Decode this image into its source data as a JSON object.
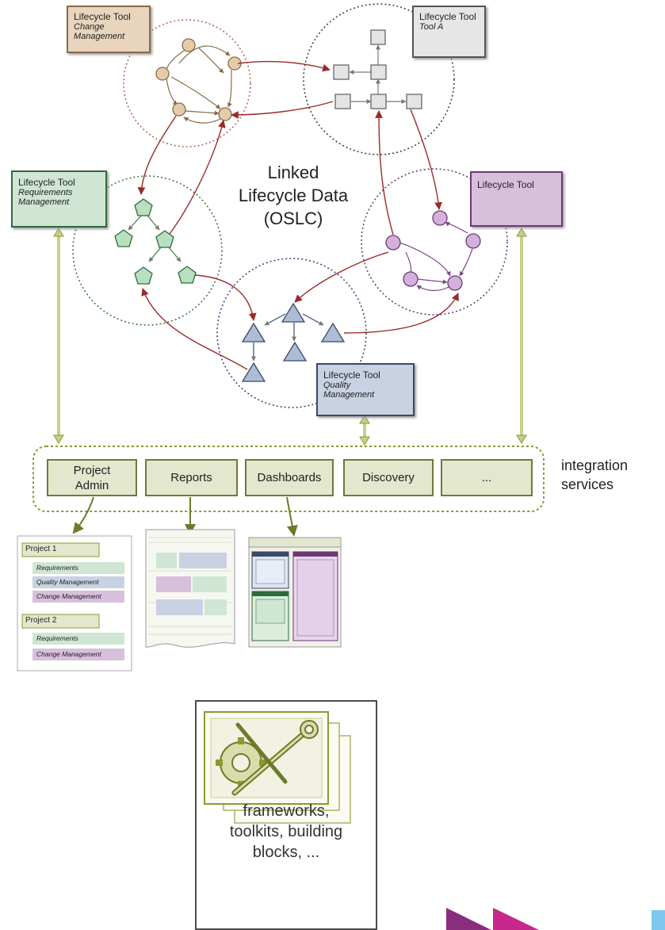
{
  "center": {
    "line1": "Linked",
    "line2": "Lifecycle Data",
    "line3": "(OSLC)"
  },
  "tools": {
    "change": {
      "title": "Lifecycle Tool",
      "subtitle_1": "Change",
      "subtitle_2": "Management",
      "color": "#e9d5bd",
      "border": "#8a6a4a"
    },
    "tool_a": {
      "title": "Lifecycle Tool",
      "subtitle_1": "Tool A",
      "color": "#e6e6e6",
      "border": "#555555"
    },
    "requirements": {
      "title": "Lifecycle Tool",
      "subtitle_1": "Requirements",
      "subtitle_2": "Management",
      "color": "#cfe6d4",
      "border": "#2f6a3a"
    },
    "generic": {
      "title": "Lifecycle Tool",
      "color": "#d8bfdc",
      "border": "#6b3a74"
    },
    "quality": {
      "title": "Lifecycle Tool",
      "subtitle_1": "Quality",
      "subtitle_2": "Management",
      "color": "#c8d2e2",
      "border": "#3a4a66"
    }
  },
  "services": {
    "items": [
      {
        "line1": "Project",
        "line2": "Admin"
      },
      {
        "line1": "Reports"
      },
      {
        "line1": "Dashboards"
      },
      {
        "line1": "Discovery"
      },
      {
        "line1": "..."
      }
    ],
    "label_line1": "integration",
    "label_line2": "services",
    "fill": "#e3e7cd",
    "border": "#6e7a3a"
  },
  "project_admin": {
    "projects": [
      {
        "name": "Project 1",
        "items": [
          "Requirements",
          "Quality Management",
          "Change Management"
        ]
      },
      {
        "name": "Project 2",
        "items": [
          "Requirements",
          "Change Management"
        ]
      }
    ]
  },
  "frameworks": {
    "caption_1": "frameworks,",
    "caption_2": "toolkits, building",
    "caption_3": "blocks, ..."
  },
  "colors": {
    "arrow_red": "#9b2a2a",
    "olive": "#8b9a2f",
    "green_node": "#b7dfc0",
    "blue_node": "#aebcd6",
    "purple_node": "#d4b0dc",
    "tan_node": "#e4cbaa",
    "gray_node": "#e4e4e4"
  }
}
